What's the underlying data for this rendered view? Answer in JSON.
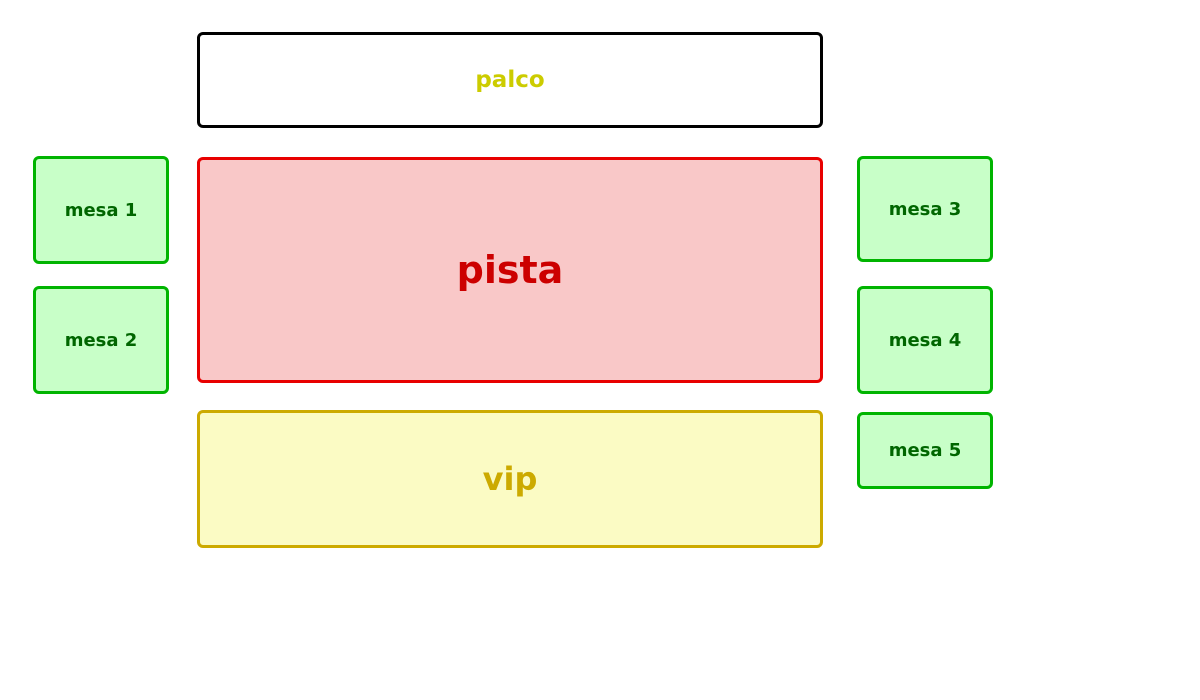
{
  "venue_map": {
    "areas": {
      "palco": {
        "label": "palco",
        "text_color": "#cccc00",
        "border_color": "#000000",
        "bg_color": "#ffffff"
      },
      "pista": {
        "label": "pista",
        "text_color": "#cc0000",
        "border_color": "#e80000",
        "bg_color": "#f9c8c8"
      },
      "vip": {
        "label": "vip",
        "text_color": "#ccaa00",
        "border_color": "#ccaa00",
        "bg_color": "#fbfbc4"
      }
    },
    "mesas": [
      {
        "label": "mesa 1"
      },
      {
        "label": "mesa 2"
      },
      {
        "label": "mesa 3"
      },
      {
        "label": "mesa 4"
      },
      {
        "label": "mesa 5"
      }
    ],
    "mesa_colors": {
      "text_color": "#006600",
      "border_color": "#00b400",
      "bg_color": "#c8ffc8"
    }
  }
}
